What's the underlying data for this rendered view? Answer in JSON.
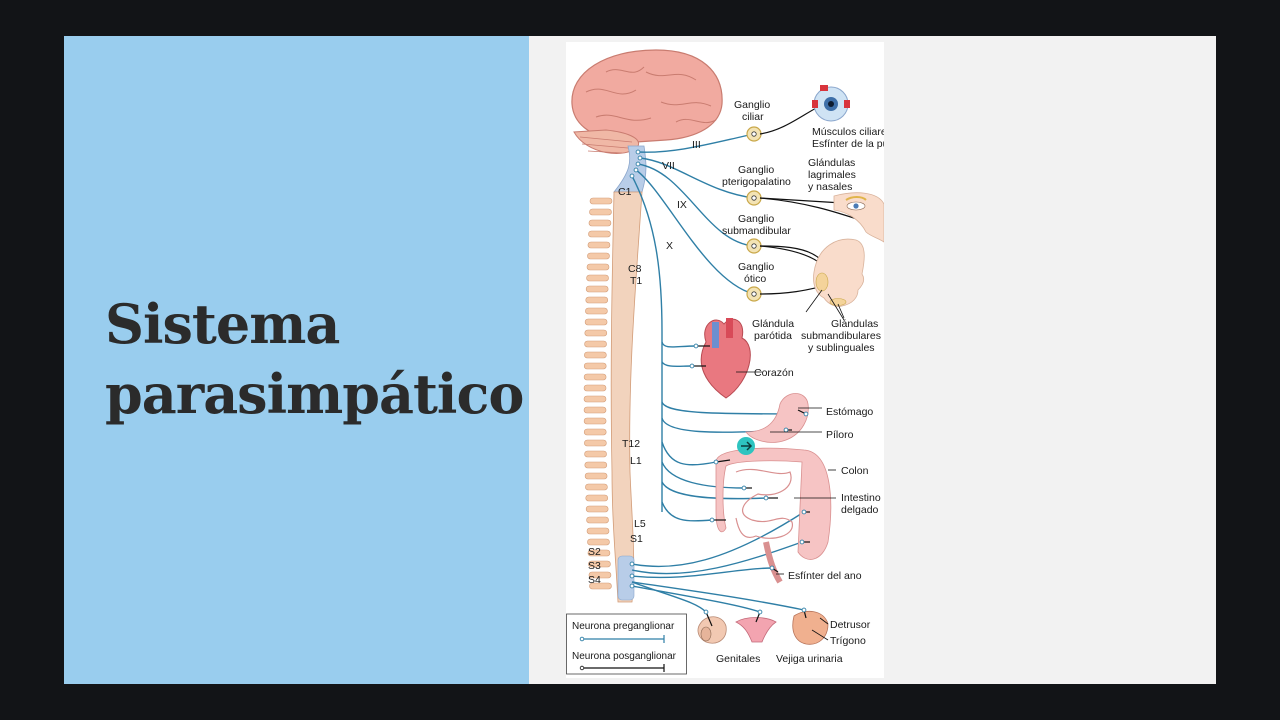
{
  "slide": {
    "title_line1": "Sistema",
    "title_line2": "parasimpático"
  },
  "colors": {
    "background": "#121417",
    "slide": "#f2f2f2",
    "left_panel": "#99cdee",
    "title": "#2b2b2b",
    "preganglionic": "#2f7fa6",
    "postganglionic": "#111111",
    "cursor_accent": "#2ec4c0"
  },
  "diagram": {
    "cranial_nerves": {
      "iii": "III",
      "vii": "VII",
      "ix": "IX",
      "x": "X"
    },
    "spine_levels": {
      "c1": "C1",
      "c8": "C8",
      "t1": "T1",
      "t12": "T12",
      "l1": "L1",
      "l5": "L5",
      "s1": "S1",
      "s2": "S2",
      "s3": "S3",
      "s4": "S4"
    },
    "ganglia": {
      "ciliar_1": "Ganglio",
      "ciliar_2": "ciliar",
      "pterigo_1": "Ganglio",
      "pterigo_2": "pterigopalatino",
      "submand_1": "Ganglio",
      "submand_2": "submandibular",
      "otico_1": "Ganglio",
      "otico_2": "ótico"
    },
    "targets": {
      "eye_1": "Músculos ciliares",
      "eye_2": "Esfínter de la pupila",
      "lacrimal_1": "Glándulas",
      "lacrimal_2": "lagrimales",
      "lacrimal_3": "y nasales",
      "parotid_1": "Glándula",
      "parotid_2": "parótida",
      "salivary_1": "Glándulas",
      "salivary_2": "submandibulares",
      "salivary_3": "y sublinguales",
      "heart": "Corazón",
      "stomach": "Estómago",
      "pylorus": "Píloro",
      "colon": "Colon",
      "intestine_1": "Intestino",
      "intestine_2": "delgado",
      "anal": "Esfínter del ano",
      "detrusor": "Detrusor",
      "trigone": "Trígono",
      "genitals": "Genitales",
      "bladder": "Vejiga urinaria"
    },
    "legend": {
      "pre": "Neurona preganglionar",
      "post": "Neurona posganglionar"
    }
  }
}
